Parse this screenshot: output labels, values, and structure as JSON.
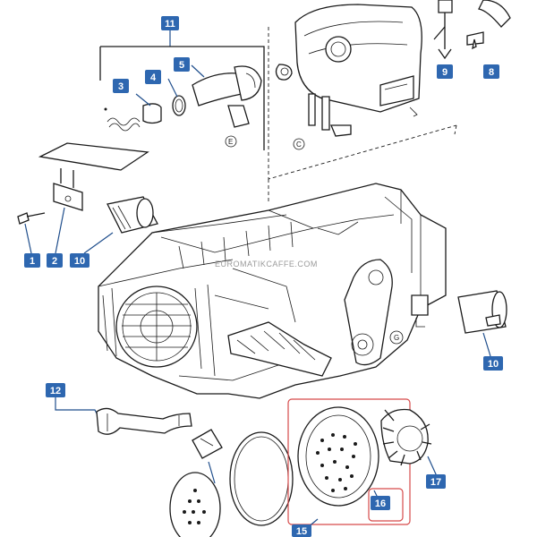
{
  "watermark": "EUROMATIKCAFFE.COM",
  "colors": {
    "badge": "#2e67b0",
    "callout_line": "#1f4e8c",
    "highlight_box": "#d64a4a",
    "drawing_line": "#1a1a1a"
  },
  "parts": {
    "p1": "1",
    "p2": "2",
    "p3": "3",
    "p4": "4",
    "p5": "5",
    "p8": "8",
    "p9": "9",
    "p10a": "10",
    "p10b": "10",
    "p11": "11",
    "p12": "12",
    "p15": "15",
    "p16": "16",
    "p17": "17"
  },
  "view_letters": {
    "e": "E",
    "c": "C",
    "g": "G"
  }
}
